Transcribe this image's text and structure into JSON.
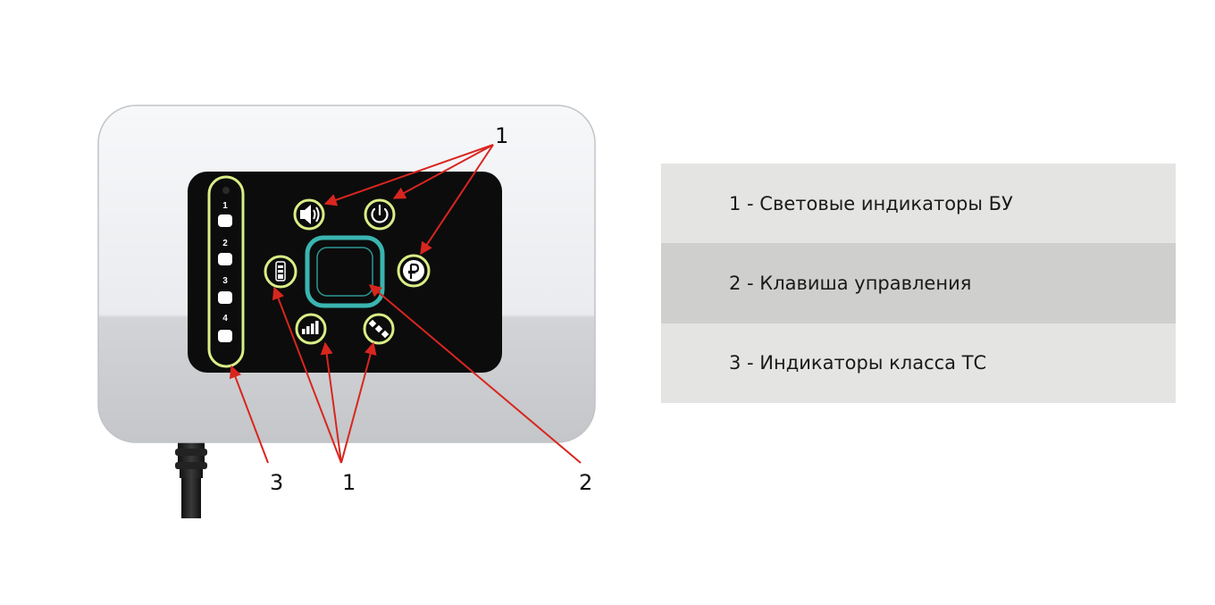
{
  "device": {
    "class_slots": [
      "1",
      "2",
      "3",
      "4"
    ]
  },
  "callouts": {
    "top_indicators": "1",
    "bottom_indicators": "1",
    "control_key": "2",
    "class_indicators": "3"
  },
  "icons": {
    "sound": "speaker-icon",
    "power": "power-icon",
    "payment": "ruble-icon",
    "battery": "battery-level-icon",
    "signal": "signal-bars-icon",
    "satellite": "satellite-icon"
  },
  "colors": {
    "indicator_ring": "#d9ee86",
    "control_key_ring": "#3ab5b0",
    "arrow": "#d8261f"
  },
  "legend": {
    "items": [
      "1 - Световые индикаторы БУ",
      "2 - Клавиша управления",
      "3 - Индикаторы класса ТС"
    ]
  }
}
